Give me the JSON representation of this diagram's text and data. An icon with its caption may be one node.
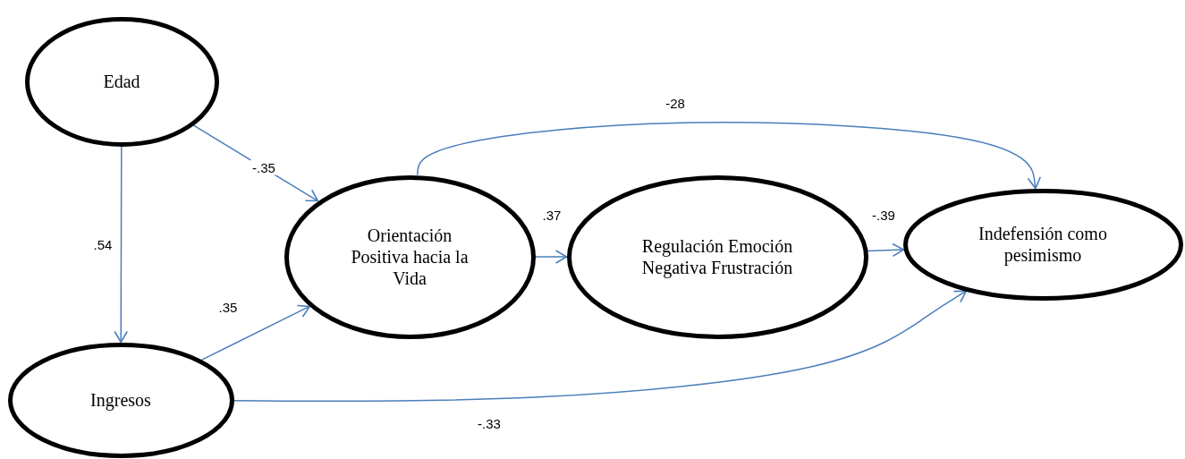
{
  "diagram": {
    "nodes": [
      {
        "text": [
          "Edad"
        ]
      },
      {
        "text": [
          "Ingresos"
        ]
      },
      {
        "text": [
          "Orientación Positiva hacia la Vida"
        ]
      },
      {
        "text": [
          "Regulación Emoción Negativa Frustración"
        ]
      },
      {
        "text": [
          "Indefensión como pesimismo"
        ]
      }
    ],
    "edges": [
      {
        "from": 0,
        "to": 1,
        "arrow": "to",
        "label": ".54"
      },
      {
        "from": 0,
        "to": 2,
        "arrow": "to",
        "label": "-.35"
      },
      {
        "from": 1,
        "to": 2,
        "arrow": "to",
        "label": ".35"
      },
      {
        "from": 2,
        "to": 3,
        "arrow": "to",
        "label": ".37"
      },
      {
        "from": 3,
        "to": 4,
        "arrow": "to",
        "label": "-.39"
      },
      {
        "from": 2,
        "to": 4,
        "arrow": "to",
        "label": "-28"
      },
      {
        "from": 1,
        "to": 4,
        "arrow": "to",
        "label": "-.33"
      }
    ]
  }
}
